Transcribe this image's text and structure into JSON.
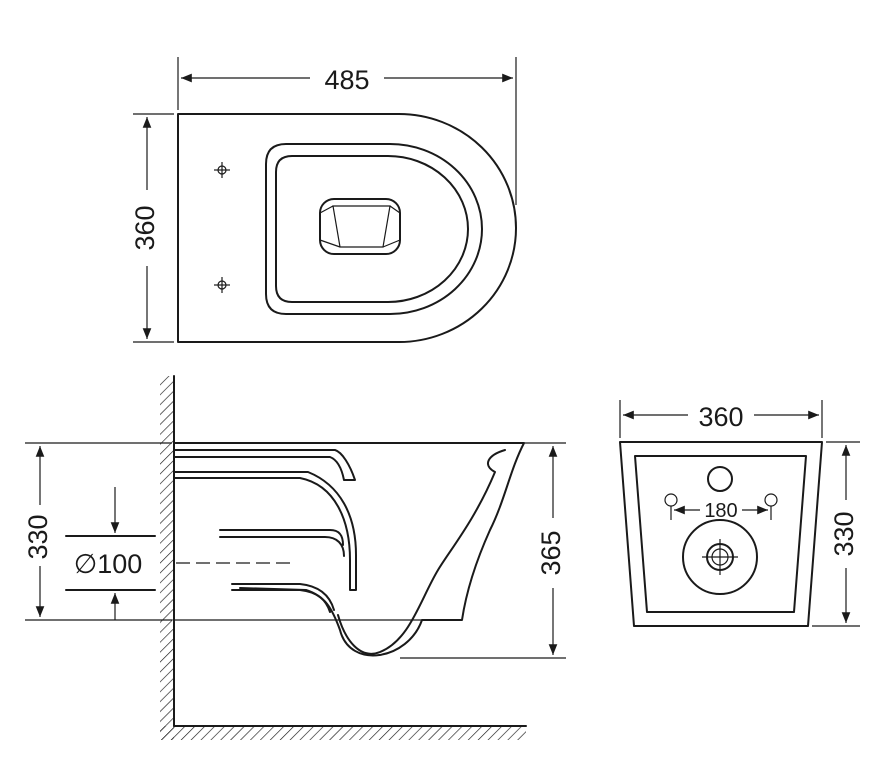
{
  "dimensions": {
    "top_width": "485",
    "top_depth": "360",
    "side_height": "330",
    "pipe_diameter": "∅100",
    "side_total_height": "365",
    "rear_width": "360",
    "rear_height": "330",
    "bolt_spacing": "180"
  }
}
